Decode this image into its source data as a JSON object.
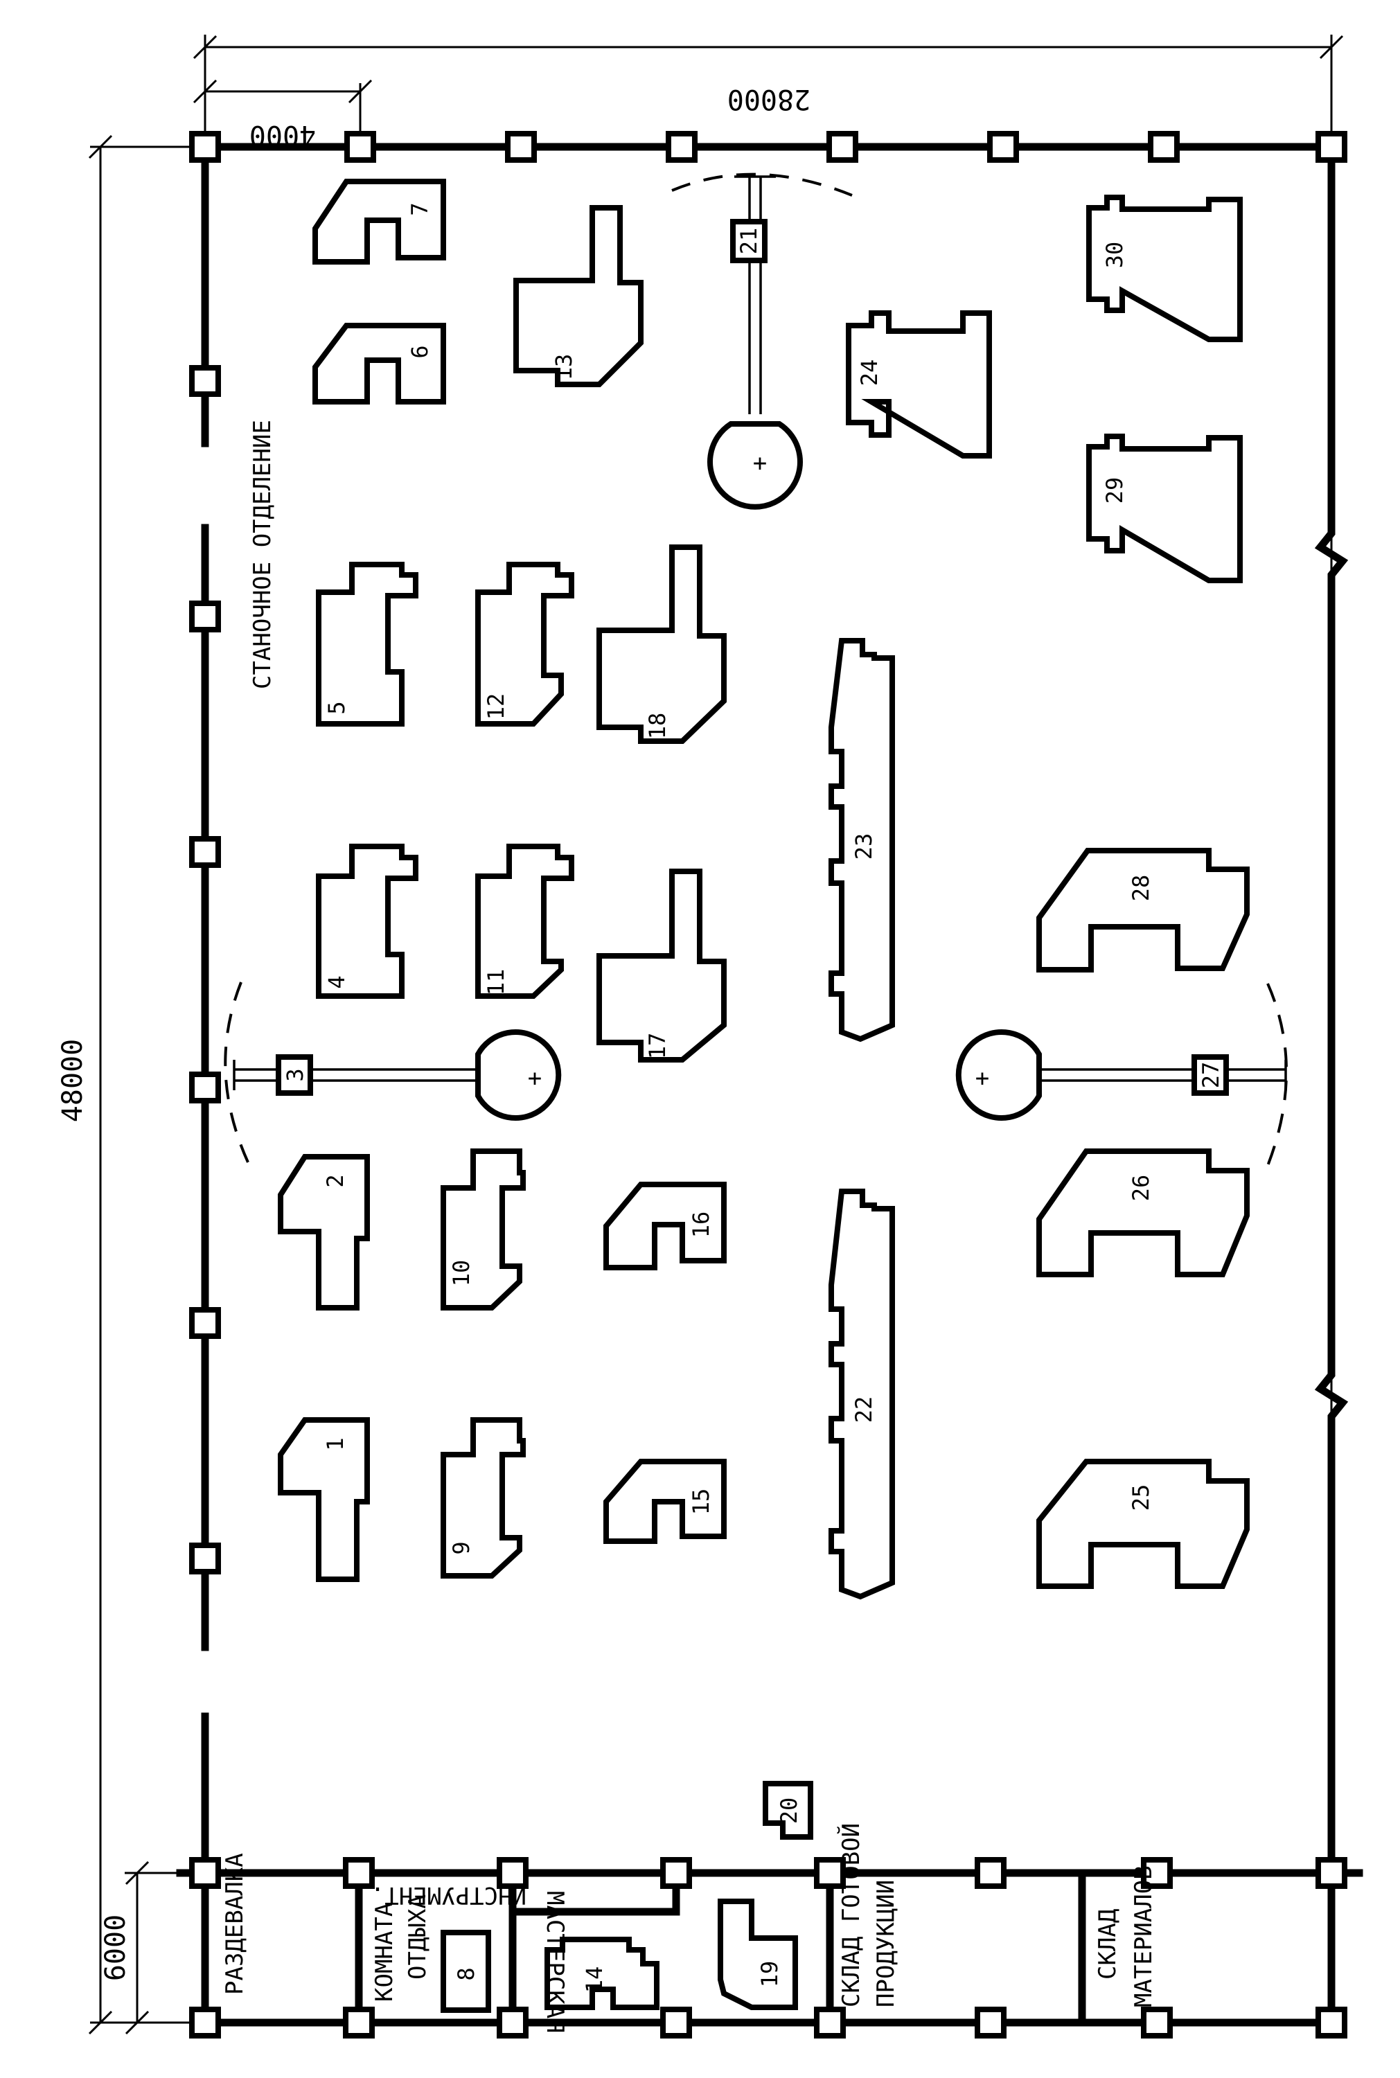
{
  "dimensions": {
    "overall_width": "28000",
    "column_step": "4000",
    "overall_length": "48000",
    "room_depth": "6000"
  },
  "rooms": {
    "machine_section": "СТАНОЧНОЕ ОТДЕЛЕНИЕ",
    "locker_room": "РАЗДЕВАЛКА",
    "rest_room_line1": "КОМНАТА",
    "rest_room_line2": "ОТДЫХА",
    "workshop": "МАСТЕРСКАЯ",
    "tools": "ИНСТРУМЕНТ.",
    "finished_store_line1": "СКЛАД ГОТОВОЙ",
    "finished_store_line2": "ПРОДУКЦИИ",
    "materials_store_line1": "СКЛАД",
    "materials_store_line2": "МАТЕРИАЛОВ"
  },
  "equipment_numbers": [
    "1",
    "2",
    "3",
    "4",
    "5",
    "6",
    "7",
    "8",
    "9",
    "10",
    "11",
    "12",
    "13",
    "14",
    "15",
    "16",
    "17",
    "18",
    "19",
    "20",
    "21",
    "22",
    "23",
    "24",
    "25",
    "26",
    "27",
    "28",
    "29",
    "30"
  ],
  "crane_symbol": "+"
}
